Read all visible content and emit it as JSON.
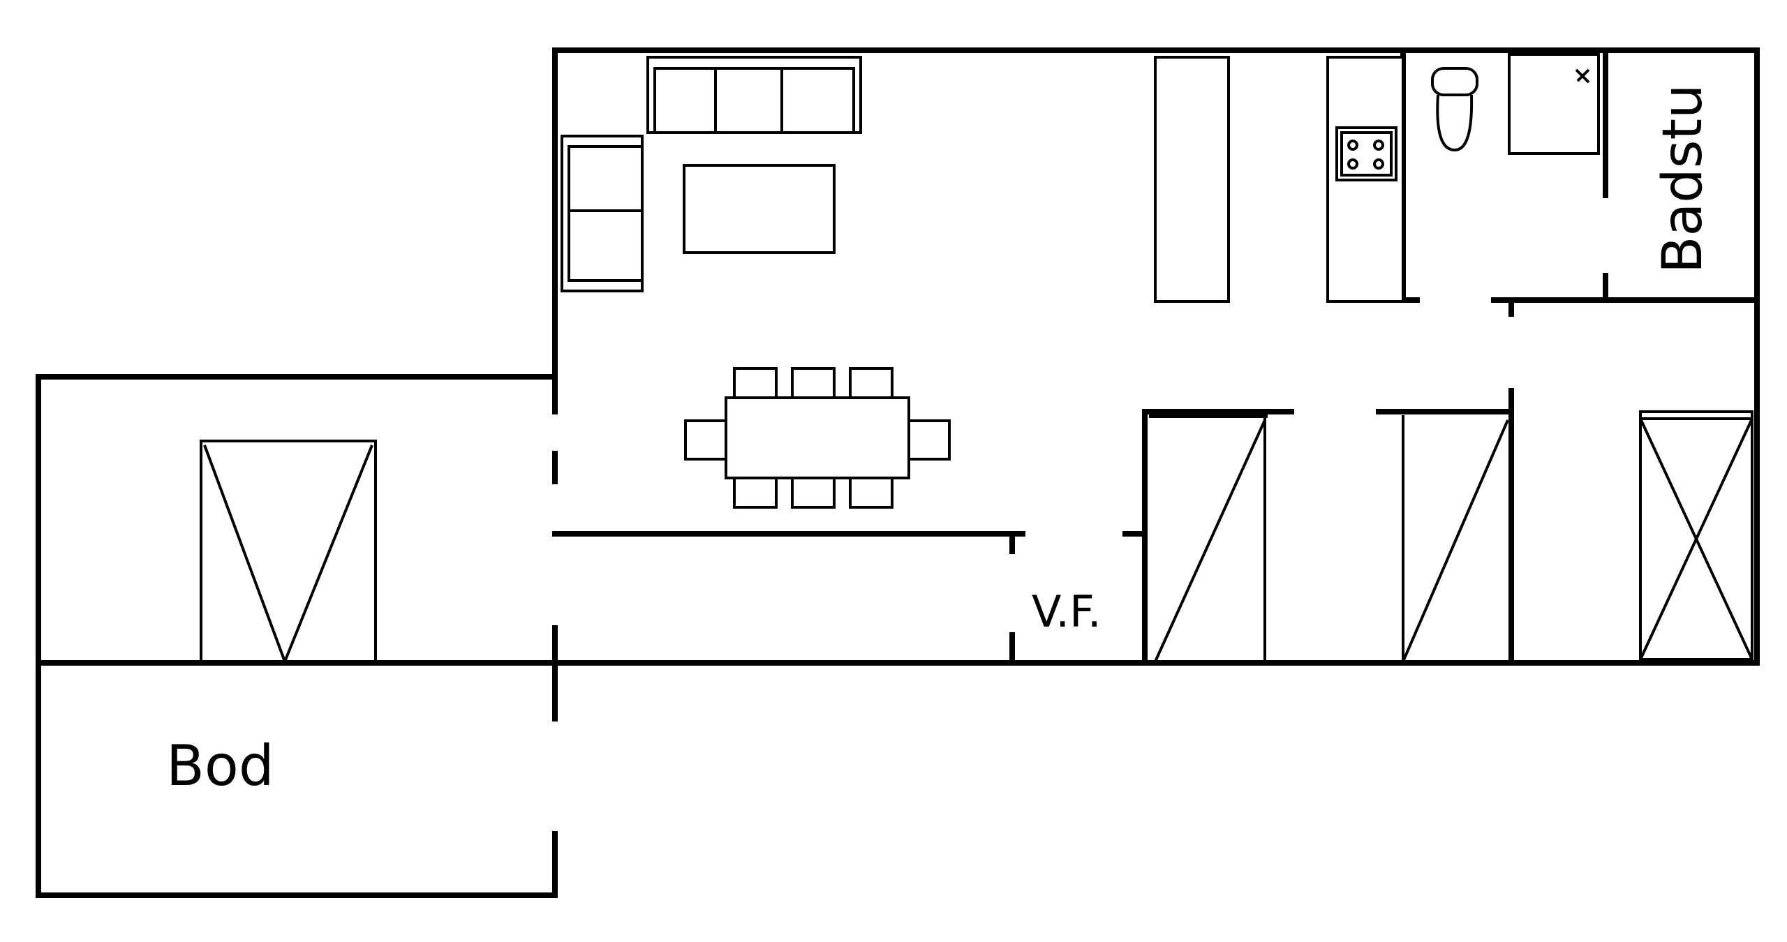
{
  "labels": {
    "badstu": "Badstu",
    "vf": "V.F.",
    "bod": "Bod"
  },
  "colors": {
    "line": "#000000",
    "background": "#ffffff"
  }
}
